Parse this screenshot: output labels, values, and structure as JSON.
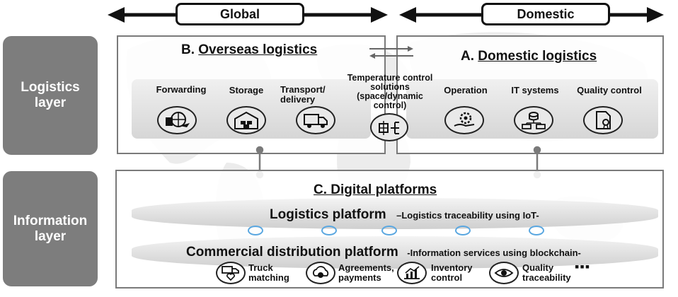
{
  "header": {
    "global_label": "Global",
    "domestic_label": "Domestic"
  },
  "layers": {
    "logistics": "Logistics layer",
    "information": "Information layer"
  },
  "overseas": {
    "title_prefix": "B.",
    "title": "Overseas logistics",
    "items": [
      {
        "label": "Forwarding",
        "icon": "globe-building-plane-icon"
      },
      {
        "label": "Storage",
        "icon": "warehouse-icon"
      },
      {
        "label": "Transport/ delivery",
        "icon": "truck-icon"
      }
    ]
  },
  "shared": {
    "label": "Temperature control solutions (space/dynamic control)",
    "icon": "temperature-control-icon"
  },
  "domestic": {
    "title_prefix": "A.",
    "title": "Domestic logistics",
    "items": [
      {
        "label": "Operation",
        "icon": "gear-hand-icon"
      },
      {
        "label": "IT systems",
        "icon": "network-server-icon"
      },
      {
        "label": "Quality control",
        "icon": "certificate-icon"
      }
    ]
  },
  "digital": {
    "title": "C. Digital platforms",
    "logistics_platform": {
      "title": "Logistics platform",
      "subtitle": "–Logistics traceability using IoT-"
    },
    "commercial_platform": {
      "title": "Commercial distribution platform",
      "subtitle": "-Information services using blockchain-"
    },
    "services": [
      {
        "label": "Truck matching",
        "icon": "truck-heart-icon"
      },
      {
        "label": "Agreements, payments",
        "icon": "cloud-money-icon"
      },
      {
        "label": "Inventory control",
        "icon": "chart-icon"
      },
      {
        "label": "Quality traceability",
        "icon": "eye-icon"
      }
    ],
    "more": "▪▪▪"
  }
}
